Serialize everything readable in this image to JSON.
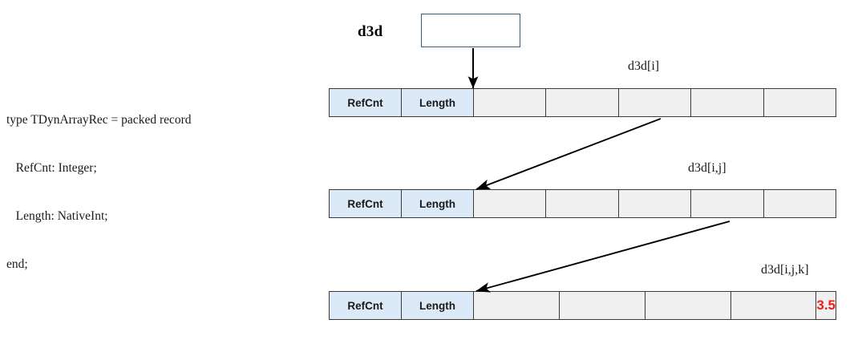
{
  "code": {
    "lines": [
      "type TDynArrayRec = packed record",
      "   RefCnt: Integer;",
      "   Length: NativeInt;",
      "end;"
    ]
  },
  "pointer": {
    "label": "d3d",
    "box_value": ""
  },
  "rows": [
    {
      "caption": "d3d[i]",
      "cells": [
        {
          "label": "RefCnt",
          "kind": "header"
        },
        {
          "label": "Length",
          "kind": "header"
        },
        {
          "label": "",
          "kind": "slot"
        },
        {
          "label": "",
          "kind": "slot"
        },
        {
          "label": "",
          "kind": "slot"
        },
        {
          "label": "",
          "kind": "slot"
        },
        {
          "label": "",
          "kind": "slot"
        }
      ]
    },
    {
      "caption": "d3d[i,j]",
      "cells": [
        {
          "label": "RefCnt",
          "kind": "header"
        },
        {
          "label": "Length",
          "kind": "header"
        },
        {
          "label": "",
          "kind": "slot"
        },
        {
          "label": "",
          "kind": "slot"
        },
        {
          "label": "",
          "kind": "slot"
        },
        {
          "label": "",
          "kind": "slot"
        },
        {
          "label": "",
          "kind": "slot"
        }
      ]
    },
    {
      "caption": "d3d[i,j,k]",
      "cells": [
        {
          "label": "RefCnt",
          "kind": "header"
        },
        {
          "label": "Length",
          "kind": "header"
        },
        {
          "label": "",
          "kind": "slot"
        },
        {
          "label": "",
          "kind": "slot"
        },
        {
          "label": "",
          "kind": "slot"
        },
        {
          "label": "",
          "kind": "slot"
        },
        {
          "label": "3.5",
          "kind": "value"
        }
      ]
    }
  ],
  "colors": {
    "header_fill": "#dce9f7",
    "slot_fill": "#f0f0f0",
    "cell_border": "#3a3a3a",
    "box_border": "#3c5a80",
    "value_text": "#ee1c1c",
    "arrow": "#000000"
  }
}
